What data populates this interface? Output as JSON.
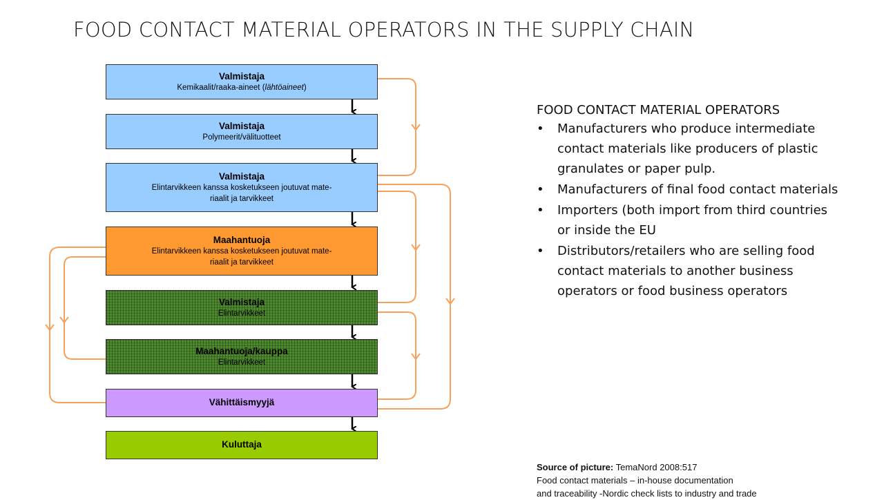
{
  "title": "FOOD CONTACT MATERIAL OPERATORS IN THE SUPPLY CHAIN",
  "colors": {
    "blue": "#99ccff",
    "orange": "#ff9a33",
    "green": "#4e8a2e",
    "violet": "#cc99ff",
    "lime": "#99cc00",
    "connector": "#f5a25d"
  },
  "chain": [
    {
      "title": "Valmistaja",
      "subtitle": "Kemikaalit/raaka-aineet (",
      "subtitle_em": "lähtöaineet",
      "subtitle_end": ")",
      "fill": "blue"
    },
    {
      "title": "Valmistaja",
      "subtitle": "Polymeerit/välituotteet",
      "fill": "blue"
    },
    {
      "title": "Valmistaja",
      "subtitle": "Elintarvikkeen kanssa kosketukseen joutuvat mate-",
      "subtitle2": "riaalit ja tarvikkeet",
      "fill": "blue"
    },
    {
      "title": "Maahantuoja",
      "subtitle": "Elintarvikkeen kanssa kosketukseen joutuvat mate-",
      "subtitle2": "riaalit ja tarvikkeet",
      "fill": "orange"
    },
    {
      "title": "Valmistaja",
      "subtitle": "Elintarvikkeet",
      "fill": "green"
    },
    {
      "title": "Maahantuoja/kauppa",
      "subtitle": "Elintarvikkeet",
      "fill": "green"
    },
    {
      "title": "Vähittäismyyjä",
      "fill": "violet"
    },
    {
      "title": "Kuluttaja",
      "fill": "lime"
    }
  ],
  "panel": {
    "heading": "FOOD CONTACT MATERIAL OPERATORS",
    "bullet_glyph": "•",
    "items": [
      "Manufacturers who produce intermediate contact materials like producers of plastic granulates or paper pulp.",
      "Manufacturers of final food contact materials",
      "Importers (both import from third countries or inside the EU",
      "Distributors/retailers who are selling food contact materials to another business operators or food business operators"
    ]
  },
  "source": {
    "label": "Source of picture:",
    "text": " TemaNord 2008:517",
    "line2": "Food contact materials – in-house documentation",
    "line3": "and traceability -Nordic check lists to industry and trade"
  }
}
